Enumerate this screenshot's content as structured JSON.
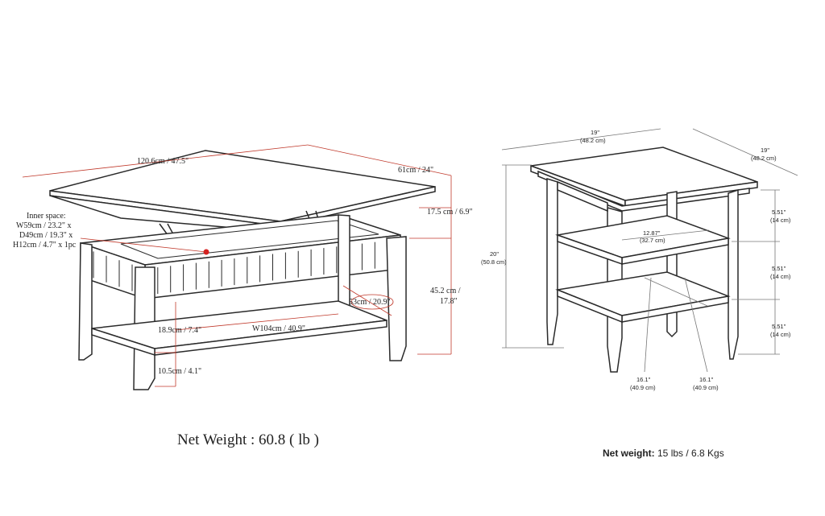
{
  "coffee_table": {
    "labels": {
      "length": "120.6cm / 47.5\"",
      "depth": "61cm / 24\"",
      "lift_height": "17.5 cm / 6.9\"",
      "total_height": "45.2 cm /",
      "total_height_in": "17.8\"",
      "inner_space_title": "Inner space:",
      "inner_w": "W59cm / 23.2\" x",
      "inner_d": "D49cm / 19.3\" x",
      "inner_h": "H12cm / 4.7\" x 1pc",
      "shelf_depth": "53cm / 20.9\"",
      "shelf_gap": "18.9cm / 7.4\"",
      "shelf_width": "W104cm / 40.9\"",
      "floor_gap": "10.5cm / 4.1\""
    },
    "net_weight": "Net Weight : 60.8 ( lb )"
  },
  "end_table": {
    "labels": {
      "width_in": "19\"",
      "width_cm": "(48.2 cm)",
      "depth_in": "19\"",
      "depth_cm": "(48.2 cm)",
      "height_in": "20\"",
      "height_cm": "(50.8 cm)",
      "gap1_in": "5.51\"",
      "gap1_cm": "(14 cm)",
      "gap2_in": "5.51\"",
      "gap2_cm": "(14 cm)",
      "gap3_in": "5.51\"",
      "gap3_cm": "(14 cm)",
      "shelf_in": "12.87\"",
      "shelf_cm": "(32.7 cm)",
      "bottom_w_in": "16.1\"",
      "bottom_w_cm": "(40.9 cm)",
      "bottom_d_in": "16.1\"",
      "bottom_d_cm": "(40.9 cm)"
    },
    "net_weight_label": "Net weight:",
    "net_weight_value": " 15 lbs / 6.8 Kgs"
  }
}
